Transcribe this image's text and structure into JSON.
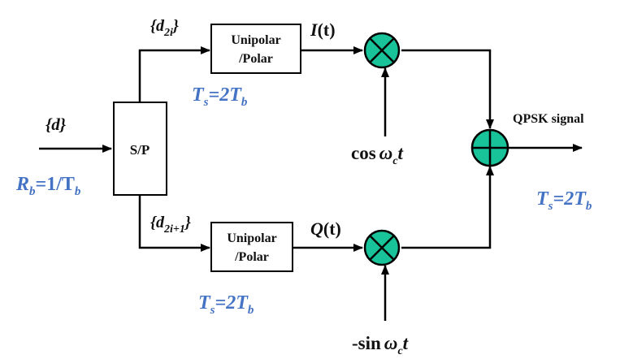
{
  "colors": {
    "line": "#000000",
    "block_fill": "#ffffff",
    "node_fill": "#19c39a",
    "param_text": "#4472c4"
  },
  "icons": {
    "multiplier": "circle-cross-icon",
    "adder": "circle-plus-icon",
    "arrow": "arrow-head-icon"
  },
  "input": {
    "symbol": "{d}",
    "rate": {
      "lhs": "R",
      "lhs_sub": "b",
      "rhs": "=1/T",
      "rhs_sub": "b"
    }
  },
  "sp_block": {
    "label": "S/P"
  },
  "upper": {
    "stream": {
      "base": "{d",
      "sub": "2i",
      "close": "}"
    },
    "block": {
      "line1": "Unipolar",
      "line2": "/Polar"
    },
    "signal": {
      "sym": "I",
      "arg": "(t)"
    },
    "period": {
      "a": "T",
      "a_sub": "s",
      "eq": "=2T",
      "b_sub": "b"
    },
    "carrier": {
      "pre": "cos",
      "omega": "ω",
      "omega_sub": "c",
      "t": "t"
    }
  },
  "lower": {
    "stream": {
      "base": "{d",
      "sub": "2i+1",
      "close": "}"
    },
    "block": {
      "line1": "Unipolar",
      "line2": "/Polar"
    },
    "signal": {
      "sym": "Q",
      "arg": "(t)"
    },
    "period": {
      "a": "T",
      "a_sub": "s",
      "eq": "=2T",
      "b_sub": "b"
    },
    "carrier": {
      "pre": "-sin",
      "omega": "ω",
      "omega_sub": "c",
      "t": "t"
    }
  },
  "output": {
    "label": "QPSK signal",
    "period": {
      "a": "T",
      "a_sub": "s",
      "eq": "=2T",
      "b_sub": "b"
    }
  }
}
